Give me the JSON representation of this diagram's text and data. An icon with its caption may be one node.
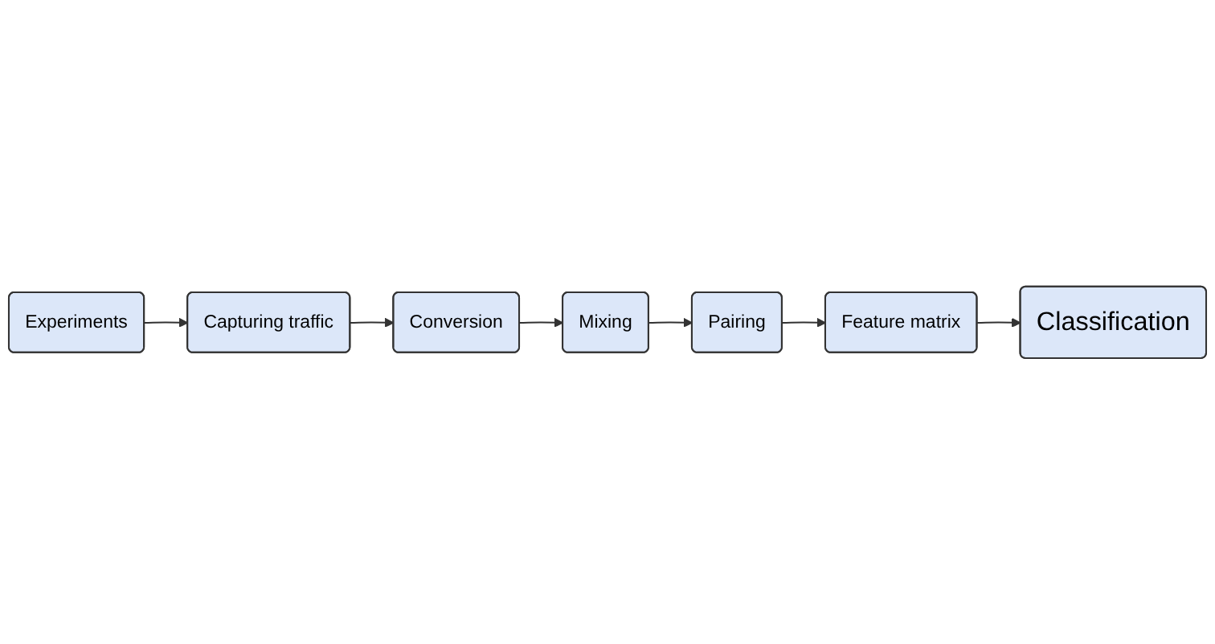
{
  "diagram": {
    "nodes": [
      {
        "text": [
          "Experiments"
        ]
      },
      {
        "text": [
          "Capturing traffic"
        ]
      },
      {
        "text": [
          "Conversion"
        ]
      },
      {
        "text": [
          "Mixing"
        ]
      },
      {
        "text": [
          "Pairing"
        ]
      },
      {
        "text": [
          "Feature matrix"
        ]
      },
      {
        "text": [
          "Classification"
        ]
      }
    ],
    "edges": [
      {
        "from": 0,
        "to": 1,
        "arrow": "to"
      },
      {
        "from": 1,
        "to": 2,
        "arrow": "to"
      },
      {
        "from": 2,
        "to": 3,
        "arrow": "to"
      },
      {
        "from": 3,
        "to": 4,
        "arrow": "to"
      },
      {
        "from": 4,
        "to": 5,
        "arrow": "to"
      },
      {
        "from": 5,
        "to": 6,
        "arrow": "to"
      }
    ]
  }
}
